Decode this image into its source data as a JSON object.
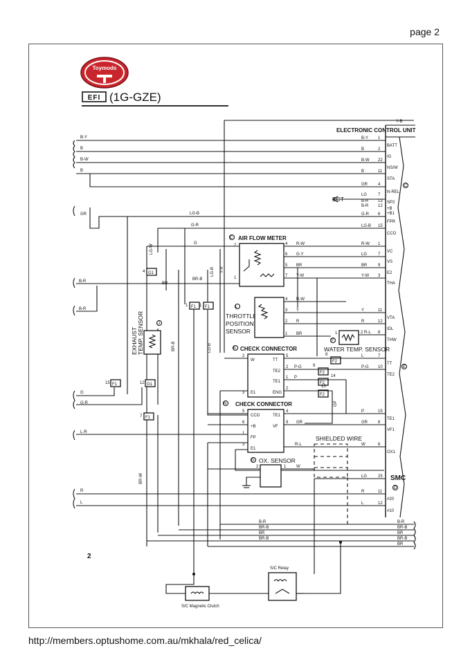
{
  "page_label": "page 2",
  "footer_url": "http://members.optushome.com.au/mkhala/red_celica/",
  "logo": {
    "brand": "Toymods",
    "section": "EFI",
    "engine": "(1G-GZE)"
  },
  "page_number_inner": "2",
  "ecu": {
    "title": "ELECTRONIC CONTROL UNIT",
    "top_wire": "Y-B",
    "pins": [
      {
        "wire": "B-Y",
        "num": "1",
        "term": "BATT"
      },
      {
        "wire": "B",
        "num": "2",
        "term": "IG"
      },
      {
        "wire": "B-W",
        "num": "22",
        "term": "NS/W"
      },
      {
        "wire": "B",
        "num": "11",
        "term": "STA"
      },
      {
        "wire": "GR",
        "num": "4",
        "term": "N-REL"
      },
      {
        "wire": "LG",
        "num": "7",
        "term": "SP2"
      },
      {
        "wire": "B-R",
        "num": "13",
        "term": "+B"
      },
      {
        "wire": "B-R",
        "num": "12",
        "term": "+B1"
      },
      {
        "wire": "G-R",
        "num": "6",
        "term": "FPR"
      },
      {
        "wire": "LG-B",
        "num": "15",
        "term": "CCO"
      },
      {
        "wire": "R-W",
        "num": "1",
        "term": "VC"
      },
      {
        "wire": "LG",
        "num": "7",
        "term": "VS"
      },
      {
        "wire": "BR",
        "num": "9",
        "term": "E2"
      },
      {
        "wire": "Y-W",
        "num": "3",
        "term": "THA"
      },
      {
        "wire": "Y",
        "num": "11",
        "term": "VTA"
      },
      {
        "wire": "R",
        "num": "12",
        "term": "IDL"
      },
      {
        "wire": "",
        "num": "8",
        "term": "THW"
      },
      {
        "wire": "L",
        "num": "7",
        "term": "TT"
      },
      {
        "wire": "P-G",
        "num": "10",
        "term": "TE2"
      },
      {
        "wire": "P",
        "num": "15",
        "term": "TE1"
      },
      {
        "wire": "GR",
        "num": "8",
        "term": "VF1"
      },
      {
        "wire": "W",
        "num": "6",
        "term": "OX1"
      },
      {
        "wire": "LG",
        "num": "25",
        "term": ""
      },
      {
        "wire": "R",
        "num": "11",
        "term": "#20"
      },
      {
        "wire": "L",
        "num": "12",
        "term": "#10"
      }
    ],
    "connector_c": "C",
    "connector_e": "E",
    "ect_label": "ECT"
  },
  "smc": {
    "title": "SMC",
    "conn": "D"
  },
  "left_wires": [
    "B-Y",
    "B",
    "B-W",
    "B",
    "GR",
    "B-R",
    "B-R",
    "G",
    "G-R",
    "L-R",
    "R",
    "L"
  ],
  "airflow": {
    "title": "AIR FLOW METER",
    "conn": "C",
    "pins": [
      {
        "n": "4",
        "w": "R-W"
      },
      {
        "n": "6",
        "w": "G-Y"
      },
      {
        "n": "5",
        "w": "BR"
      },
      {
        "n": "7",
        "w": "Y-W"
      }
    ],
    "left_pins": [
      "2",
      "1"
    ]
  },
  "throttle": {
    "lines": [
      "THROTTLE",
      "POSITION",
      "SENSOR"
    ],
    "conn": "L",
    "pins": [
      {
        "n": "4",
        "w": "R-W"
      },
      {
        "n": "3",
        "w": "Y"
      },
      {
        "n": "2",
        "w": "R"
      },
      {
        "n": "1",
        "w": "BR"
      }
    ]
  },
  "water_temp": {
    "title": "WATER TEMP. SENSOR",
    "conn": "F",
    "wire": "R-L",
    "pin": "2",
    "pin1": "1"
  },
  "exhaust": {
    "lines": [
      "EXHAUST",
      "TEMP. SENSOR"
    ],
    "conn": "J"
  },
  "check1": {
    "title": "CHECK CONNECTOR",
    "conn": "K",
    "left": [
      "W",
      "E1"
    ],
    "right": [
      "TT",
      "TE2",
      "TE1",
      "ENG"
    ],
    "right_pins": [
      "5",
      "2",
      "1",
      "2"
    ],
    "left_pins": [
      "2",
      "3"
    ]
  },
  "check2": {
    "title": "CHECK CONNECTOR",
    "conn": "N",
    "left": [
      "CCO",
      "+B",
      "FP",
      "E1"
    ],
    "right": [
      "TE1",
      "VF"
    ],
    "left_pins": [
      "5",
      "6",
      "1",
      "3"
    ],
    "right_pins": [
      "4",
      "9"
    ]
  },
  "ox": {
    "title": "OX. SENSOR",
    "conn": "G",
    "pin2": "2",
    "pin1": "1",
    "wire": "W"
  },
  "shielded": "SHIELDED WIRE",
  "fuses": {
    "G1": "G1",
    "F1": "F1",
    "F1b": "F1",
    "F1c": "F1",
    "F2a": "F2",
    "F2b": "F2",
    "F2c": "F2",
    "F2d": "F2"
  },
  "mid_wires": {
    "lgw": "LG-W",
    "lgb_v": "LG-B",
    "yr": "Y-R",
    "brb": "BR-B",
    "g": "G",
    "gr": "G-R",
    "lgb_top": "LG-B",
    "br": "BR",
    "brb2": "BR-B",
    "brw": "BR-W",
    "lgb2": "LG-B",
    "pg": "P-G",
    "p": "P",
    "gp": "GP",
    "gr2": "GR",
    "rl": "R-L"
  },
  "bottom_bus": [
    "B-R",
    "BR-B",
    "BR",
    "BR-B",
    "BR"
  ],
  "relay": {
    "title": "S/C Relay",
    "clutch": "S/C Magnetic Clutch"
  },
  "fuse_nums": [
    "4",
    "1",
    "8",
    "1",
    "15",
    "12",
    "7",
    "9",
    "14",
    "15"
  ]
}
